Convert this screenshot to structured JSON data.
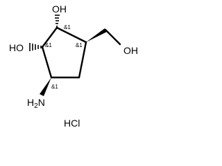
{
  "molecule": {
    "atom_labels": {
      "hydroxyl_top": "OH",
      "hydroxyl_left": "HO",
      "hydroxymethyl_oh": "OH",
      "amine": "H2N",
      "salt": "HCl"
    },
    "stereo_labels": {
      "c_top": "&1",
      "c_left": "&1",
      "c_right": "&1",
      "c_bottom": "&1"
    }
  }
}
